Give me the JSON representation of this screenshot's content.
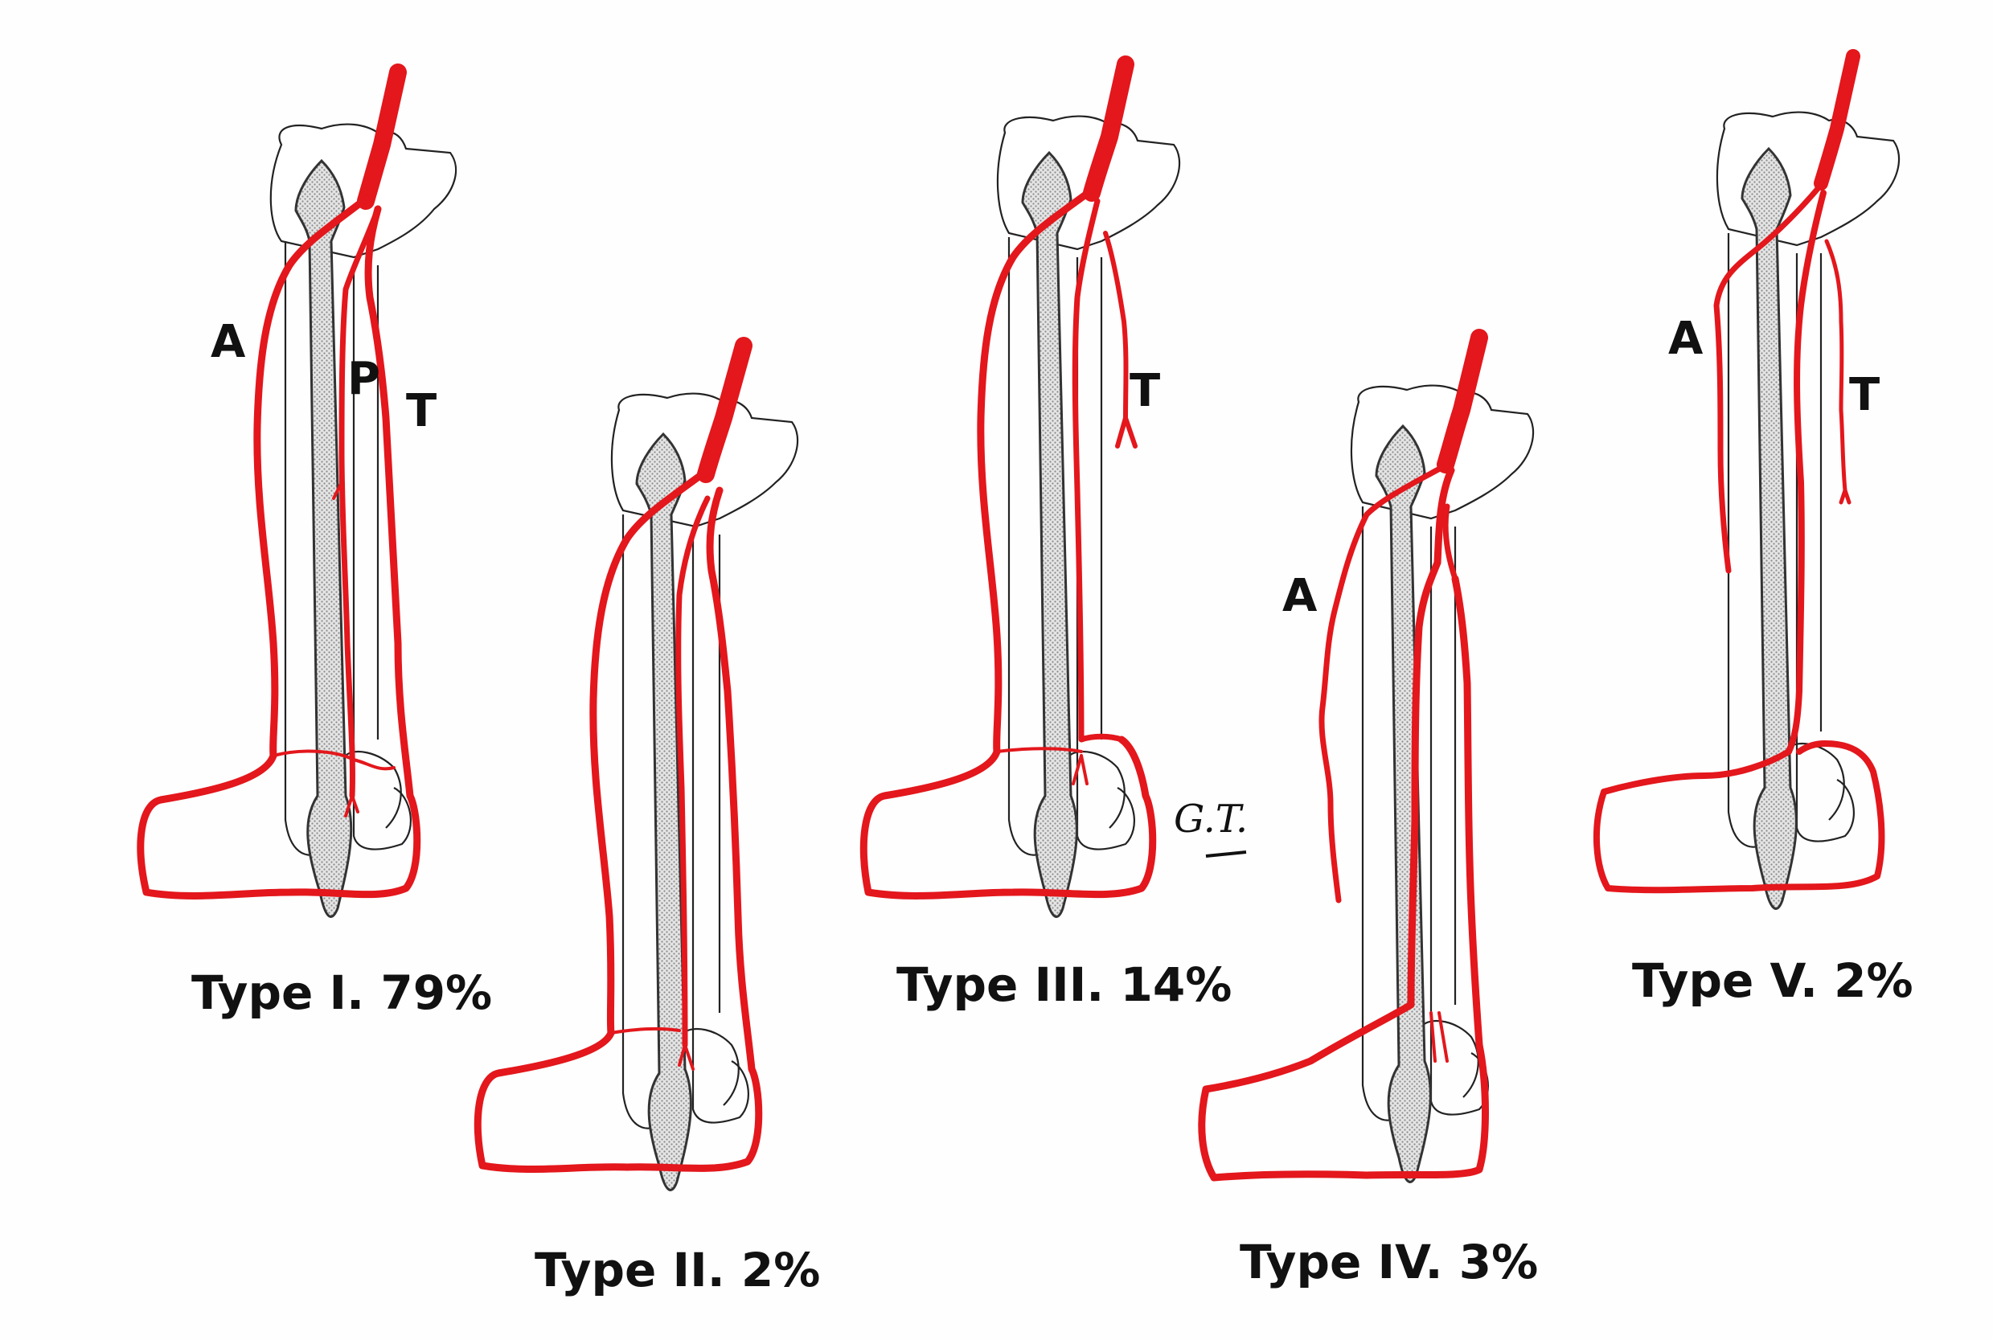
{
  "colors": {
    "artery": "#e3171c",
    "bone_stroke": "#222222",
    "shaft_fill": "#cfcfcf",
    "background": "#fefefe"
  },
  "figures": [
    {
      "id": "type-1",
      "caption": "Type I. 79%",
      "labels": [
        "A",
        "P",
        "T"
      ]
    },
    {
      "id": "type-2",
      "caption": "Type II. 2%",
      "labels": []
    },
    {
      "id": "type-3",
      "caption": "Type III. 14%",
      "labels": [
        "T"
      ]
    },
    {
      "id": "type-4",
      "caption": "Type IV. 3%",
      "labels": [
        "A"
      ]
    },
    {
      "id": "type-5",
      "caption": "Type V. 2%",
      "labels": [
        "A",
        "T"
      ]
    }
  ],
  "signature": "G.T."
}
